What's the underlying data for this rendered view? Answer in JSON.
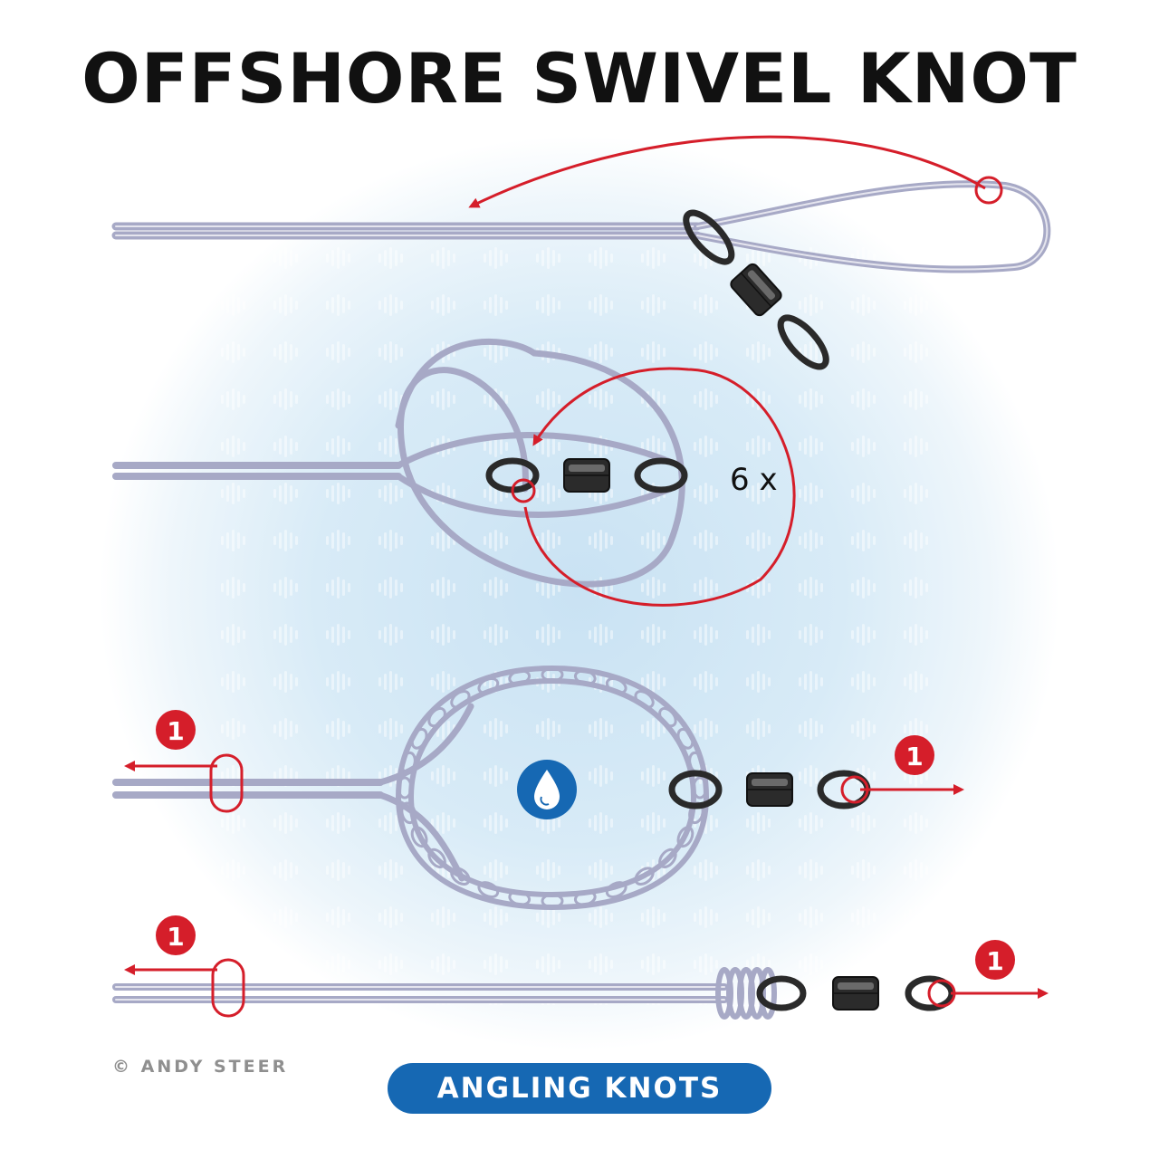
{
  "title": "OFFSHORE SWIVEL KNOT",
  "step2": {
    "turns_label": "6 x"
  },
  "pull_markers": {
    "step3_left": "1",
    "step3_right": "1",
    "step4_left": "1",
    "step4_right": "1"
  },
  "moisten_icon": "water-drop-icon",
  "copyright": "© ANDY STEER",
  "brand": "ANGLING KNOTS",
  "colors": {
    "line": "#a7a9c6",
    "line_dark": "#8c8ead",
    "arrow": "#d51e2a",
    "swivel": "#2a2a2a",
    "brand": "#1668b3",
    "background_glow": "#cfe6f4",
    "title": "#111111"
  }
}
